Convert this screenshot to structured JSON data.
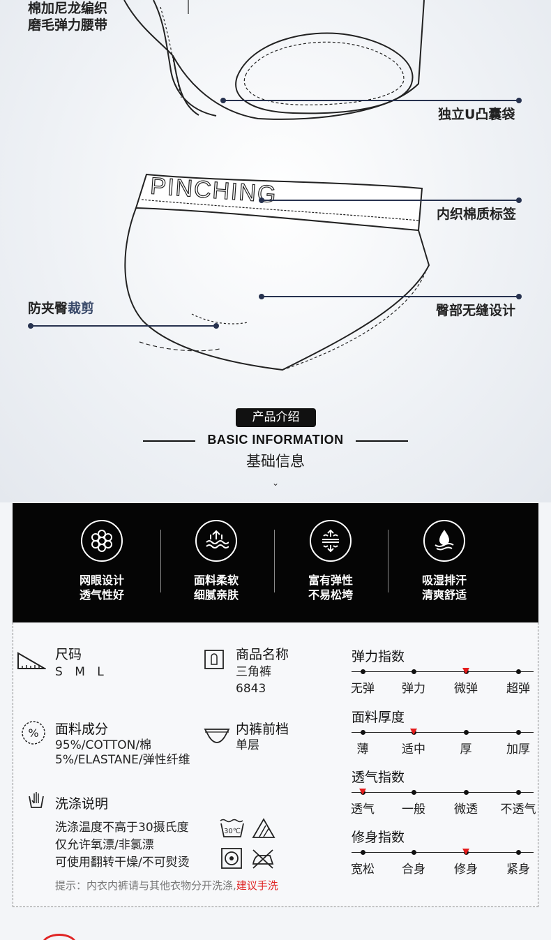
{
  "callouts": {
    "waistband_line1": "棉加尼龙编织",
    "waistband_line2": "磨毛弹力腰带",
    "pouch": "独立U凸囊袋",
    "label": "内织棉质标签",
    "leg_a": "防夹臀",
    "leg_b": "裁剪",
    "seamless": "臀部无缝设计",
    "waistband_print": "PINCHING"
  },
  "section": {
    "tag": "产品介绍",
    "en": "BASIC INFORMATION",
    "cn": "基础信息",
    "chevron": "⌄"
  },
  "features": [
    {
      "icon": "mesh-flower-icon",
      "line1": "网眼设计",
      "line2": "透气性好"
    },
    {
      "icon": "soft-waves-icon",
      "line1": "面料柔软",
      "line2": "细腻亲肤"
    },
    {
      "icon": "elastic-arrows-icon",
      "line1": "富有弹性",
      "line2": "不易松垮"
    },
    {
      "icon": "water-drop-icon",
      "line1": "吸湿排汗",
      "line2": "清爽舒适"
    }
  ],
  "info": {
    "size_title": "尺码",
    "size_value": "S M L",
    "name_title": "商品名称",
    "name_line1": "三角裤",
    "name_line2": "6843",
    "fabric_title": "面料成分",
    "fabric_line1": "95%/COTTON/棉",
    "fabric_line2": "5%/ELASTANE/弹性纤维",
    "crotch_title": "内裤前档",
    "crotch_value": "单层",
    "wash_title": "洗涤说明",
    "wash_line1": "洗涤温度不高于30摄氏度",
    "wash_line2": "仅允许氧漂/非氯漂",
    "wash_line3": "可使用翻转干燥/不可熨烫",
    "wash_temp": "30℃",
    "tip_prefix": "提示：内衣内裤请与其他衣物分开洗涤,",
    "tip_red": "建议手洗"
  },
  "scales": [
    {
      "title": "弹力指数",
      "labels": [
        "无弹",
        "弹力",
        "微弹",
        "超弹"
      ],
      "selected": 2
    },
    {
      "title": "面料厚度",
      "labels": [
        "薄",
        "适中",
        "厚",
        "加厚"
      ],
      "selected": 1
    },
    {
      "title": "透气指数",
      "labels": [
        "透气",
        "一般",
        "微透",
        "不透气"
      ],
      "selected": 0
    },
    {
      "title": "修身指数",
      "labels": [
        "宽松",
        "合身",
        "修身",
        "紧身"
      ],
      "selected": 2
    }
  ],
  "colors": {
    "accent_red": "#e41b1b",
    "pointer_navy": "#27324f",
    "band_black": "#050505"
  }
}
